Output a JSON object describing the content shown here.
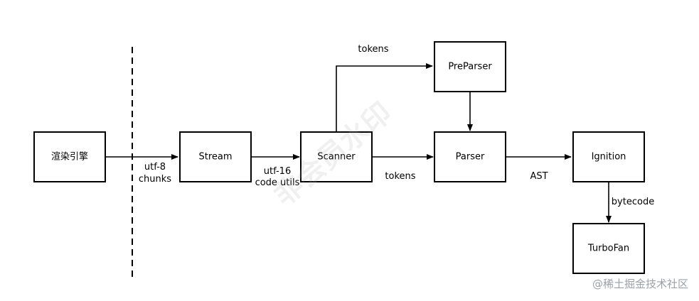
{
  "colors": {
    "line": "#000000",
    "box_fill": "#ffffff",
    "watermark": "#9aa0a6"
  },
  "nodes": {
    "render_engine": "渲染引擎",
    "stream": "Stream",
    "scanner": "Scanner",
    "preparser": "PreParser",
    "parser": "Parser",
    "ignition": "Ignition",
    "turbofan": "TurboFan"
  },
  "edges": {
    "render_to_stream": [
      "utf-8",
      "chunks"
    ],
    "stream_to_scanner": [
      "utf-16",
      "code utils"
    ],
    "scanner_to_preparser": "tokens",
    "scanner_to_parser": "tokens",
    "parser_to_ignition": "AST",
    "ignition_to_turbofan": "bytecode"
  },
  "overlay_stamp": "非会员水印",
  "watermark": "@稀土掘金技术社区"
}
